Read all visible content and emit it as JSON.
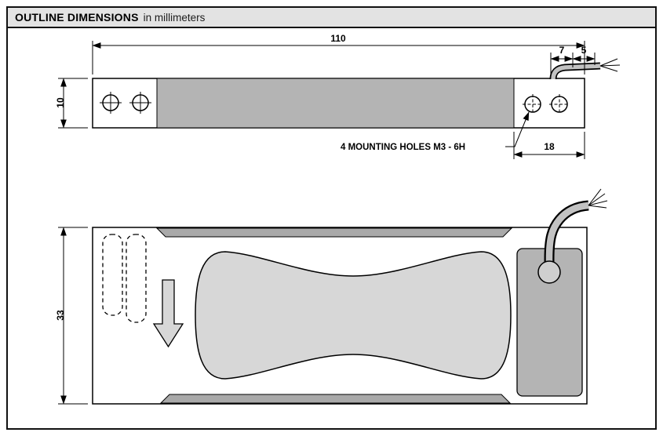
{
  "header": {
    "title": "OUTLINE DIMENSIONS",
    "subtitle": "in millimeters"
  },
  "side_view": {
    "dim_length": "110",
    "dim_cable_offset": "7",
    "dim_cable_exit": "5",
    "dim_height": "10",
    "dim_mount_span": "18",
    "mounting_holes_label": "4 MOUNTING HOLES  M3 - 6H"
  },
  "plan_view": {
    "dim_width": "33"
  },
  "colors": {
    "header_bg": "#e3e3e3",
    "shade_medium": "#b4b4b4",
    "shade_light": "#d7d7d7",
    "shade_strip": "#a9a9a9",
    "cable_gray": "#c2c2c2"
  }
}
